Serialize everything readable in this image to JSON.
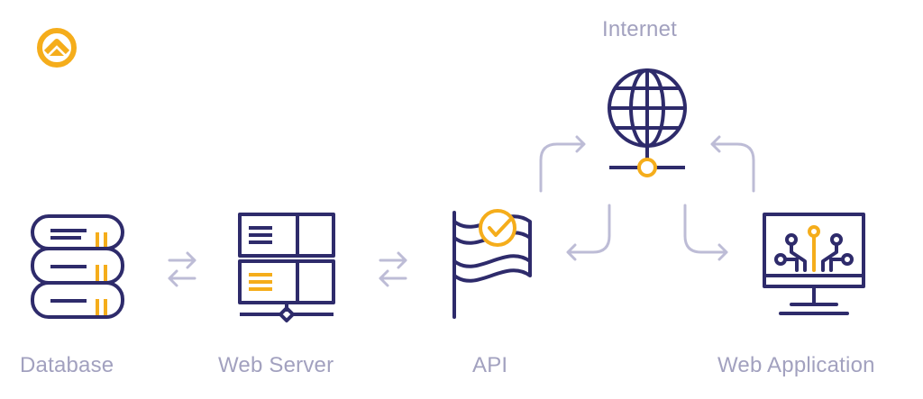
{
  "colors": {
    "navy": "#2e2b6b",
    "accent": "#f5ad1b",
    "arrow": "#bdbcd6",
    "label": "#a2a1bf"
  },
  "logo": {
    "icon": "logo-icon"
  },
  "nodes": {
    "database": {
      "label": "Database",
      "icon": "database-icon"
    },
    "web_server": {
      "label": "Web Server",
      "icon": "server-icon"
    },
    "api": {
      "label": "API",
      "icon": "api-flag-icon"
    },
    "internet": {
      "label": "Internet",
      "icon": "globe-icon"
    },
    "web_application": {
      "label": "Web Application",
      "icon": "monitor-circuit-icon"
    }
  }
}
